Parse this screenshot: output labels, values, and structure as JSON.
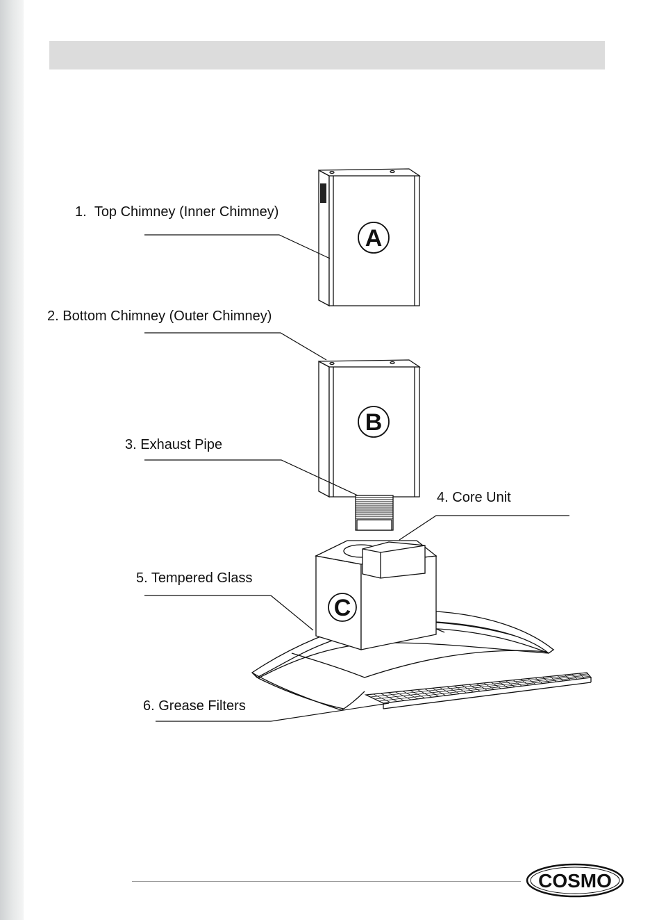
{
  "header": {
    "title": ""
  },
  "diagram": {
    "parts": [
      {
        "number": "1.",
        "name": "Top Chimney (Inner Chimney)"
      },
      {
        "number": "2.",
        "name": "Bottom Chimney (Outer Chimney)"
      },
      {
        "number": "3.",
        "name": "Exhaust Pipe"
      },
      {
        "number": "4.",
        "name": "Core Unit"
      },
      {
        "number": "5.",
        "name": "Tempered Glass"
      },
      {
        "number": "6.",
        "name": "Grease Filters"
      }
    ],
    "component_letters": {
      "a": "A",
      "b": "B",
      "c": "C"
    }
  },
  "footer": {
    "brand": "COSMO"
  },
  "colors": {
    "header_bar": "#dcdcdc",
    "line": "#111111",
    "side_strip": "#d8dbdc"
  }
}
